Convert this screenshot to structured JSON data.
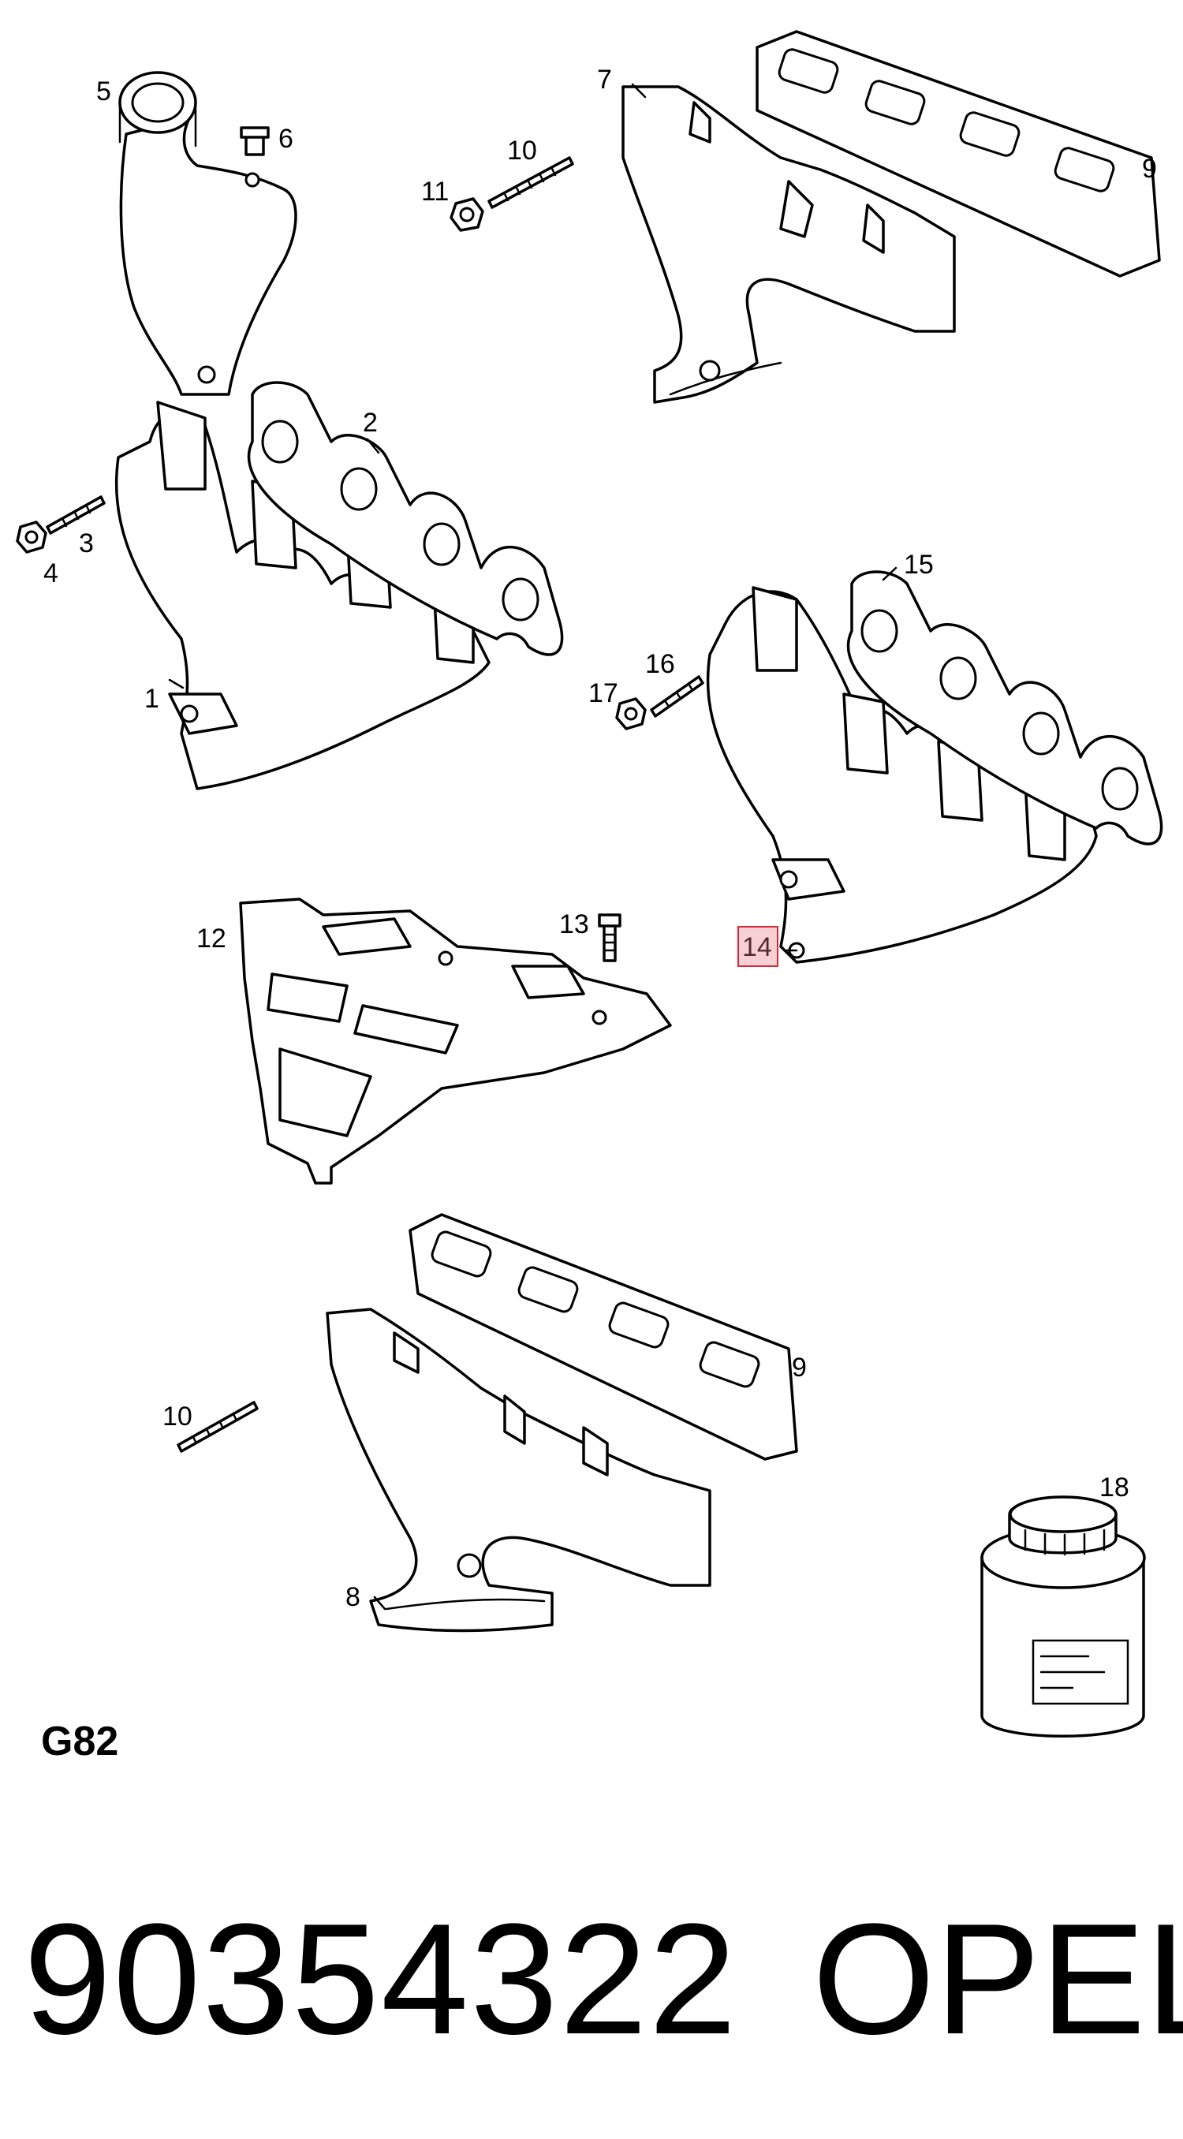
{
  "diagram_code": "G82",
  "part_number": "90354322",
  "brand": "OPEL",
  "highlighted_callout": "14",
  "highlight_color": "#d8283a",
  "callouts": {
    "c1": "1",
    "c2": "2",
    "c3": "3",
    "c4": "4",
    "c5": "5",
    "c6": "6",
    "c7": "7",
    "c8": "8",
    "c9a": "9",
    "c9b": "9",
    "c10a": "10",
    "c10b": "10",
    "c11": "11",
    "c12": "12",
    "c13": "13",
    "c14": "14",
    "c15": "15",
    "c16": "16",
    "c17": "17",
    "c18": "18"
  }
}
